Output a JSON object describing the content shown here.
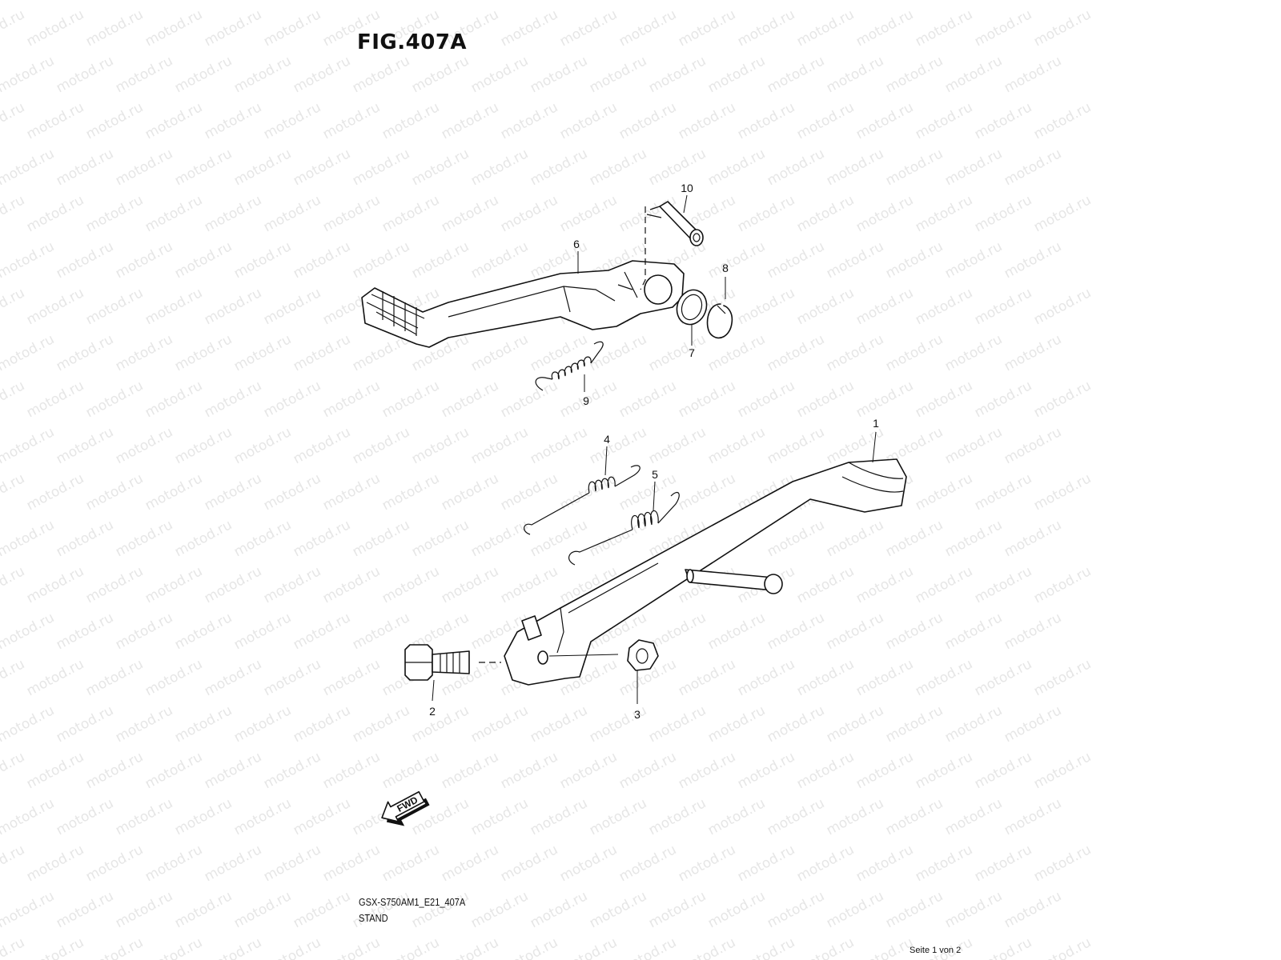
{
  "figure": {
    "title": "FIG.407A",
    "model_code": "GSX-S750AM1_E21_407A",
    "section_name": "STAND",
    "page_label": "Seite 1 von 2"
  },
  "watermark": {
    "text": "motod.ru"
  },
  "fwd_arrow": {
    "label": "FWD"
  },
  "callouts": [
    {
      "id": "1",
      "label": "1"
    },
    {
      "id": "2",
      "label": "2"
    },
    {
      "id": "3",
      "label": "3"
    },
    {
      "id": "4",
      "label": "4"
    },
    {
      "id": "5",
      "label": "5"
    },
    {
      "id": "6",
      "label": "6"
    },
    {
      "id": "7",
      "label": "7"
    },
    {
      "id": "8",
      "label": "8"
    },
    {
      "id": "9",
      "label": "9"
    },
    {
      "id": "10",
      "label": "10"
    }
  ]
}
